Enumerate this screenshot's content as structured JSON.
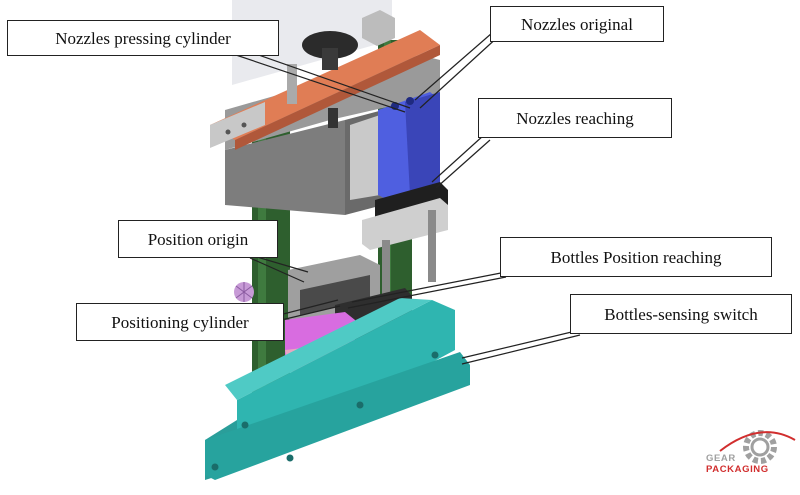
{
  "labels": {
    "nozzles_pressing_cylinder": "Nozzles pressing cylinder",
    "nozzles_original": "Nozzles original",
    "nozzles_reaching": "Nozzles reaching",
    "position_origin": "Position origin",
    "bottles_position_reaching": "Bottles Position reaching",
    "positioning_cylinder": "Positioning cylinder",
    "bottles_sensing_switch": "Bottles-sensing switch"
  },
  "logo": {
    "text_gear": "GEAR",
    "text_packaging": "PACKAGING",
    "color_gear": "#a0a0a0",
    "color_packaging": "#d12e2e"
  },
  "colors": {
    "top_plate": "#e07d55",
    "base": "#2fb5b0",
    "column": "#2e5f2e",
    "cylinder": "#4f5fe0",
    "lower_block": "#d86ce0",
    "frame": "#8a8a8a"
  }
}
